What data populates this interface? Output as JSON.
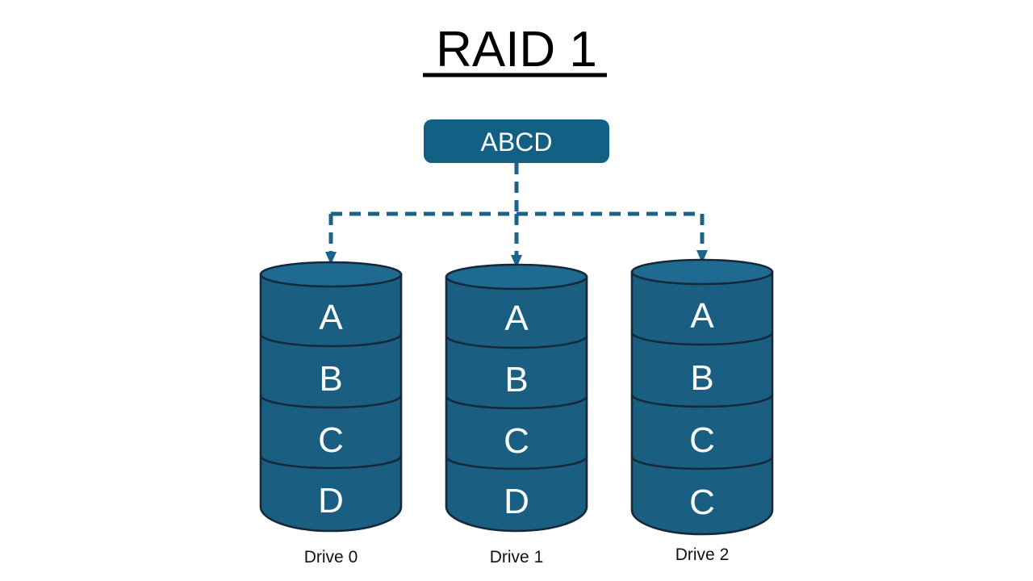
{
  "title": {
    "text": "RAID 1",
    "underlined": true
  },
  "source": {
    "label": "ABCD"
  },
  "colors": {
    "cylinder_fill": "#1a5f82",
    "cylinder_top_fill": "#1e6a90",
    "cylinder_stroke": "#16293a",
    "box_fill": "#136085",
    "connector": "#1d6389",
    "letter_color": "#fbfcfd",
    "title_color": "#000000",
    "background": "#ffffff"
  },
  "connectors": {
    "style": "dashed",
    "arrowhead": "filled-triangle",
    "count": 3
  },
  "drives": [
    {
      "caption": "Drive 0",
      "blocks": [
        "A",
        "B",
        "C",
        "D"
      ]
    },
    {
      "caption": "Drive 1",
      "blocks": [
        "A",
        "B",
        "C",
        "D"
      ]
    },
    {
      "caption": "Drive 2",
      "blocks": [
        "A",
        "B",
        "C",
        "C"
      ]
    }
  ],
  "chart_data": {
    "type": "diagram",
    "title": "RAID 1",
    "description": "RAID 1 mirroring diagram: source data block ABCD is written identically to three drives",
    "source_block": "ABCD",
    "drives": [
      {
        "name": "Drive 0",
        "blocks": [
          "A",
          "B",
          "C",
          "D"
        ]
      },
      {
        "name": "Drive 1",
        "blocks": [
          "A",
          "B",
          "C",
          "D"
        ]
      },
      {
        "name": "Drive 2",
        "blocks": [
          "A",
          "B",
          "C",
          "C"
        ]
      }
    ]
  }
}
